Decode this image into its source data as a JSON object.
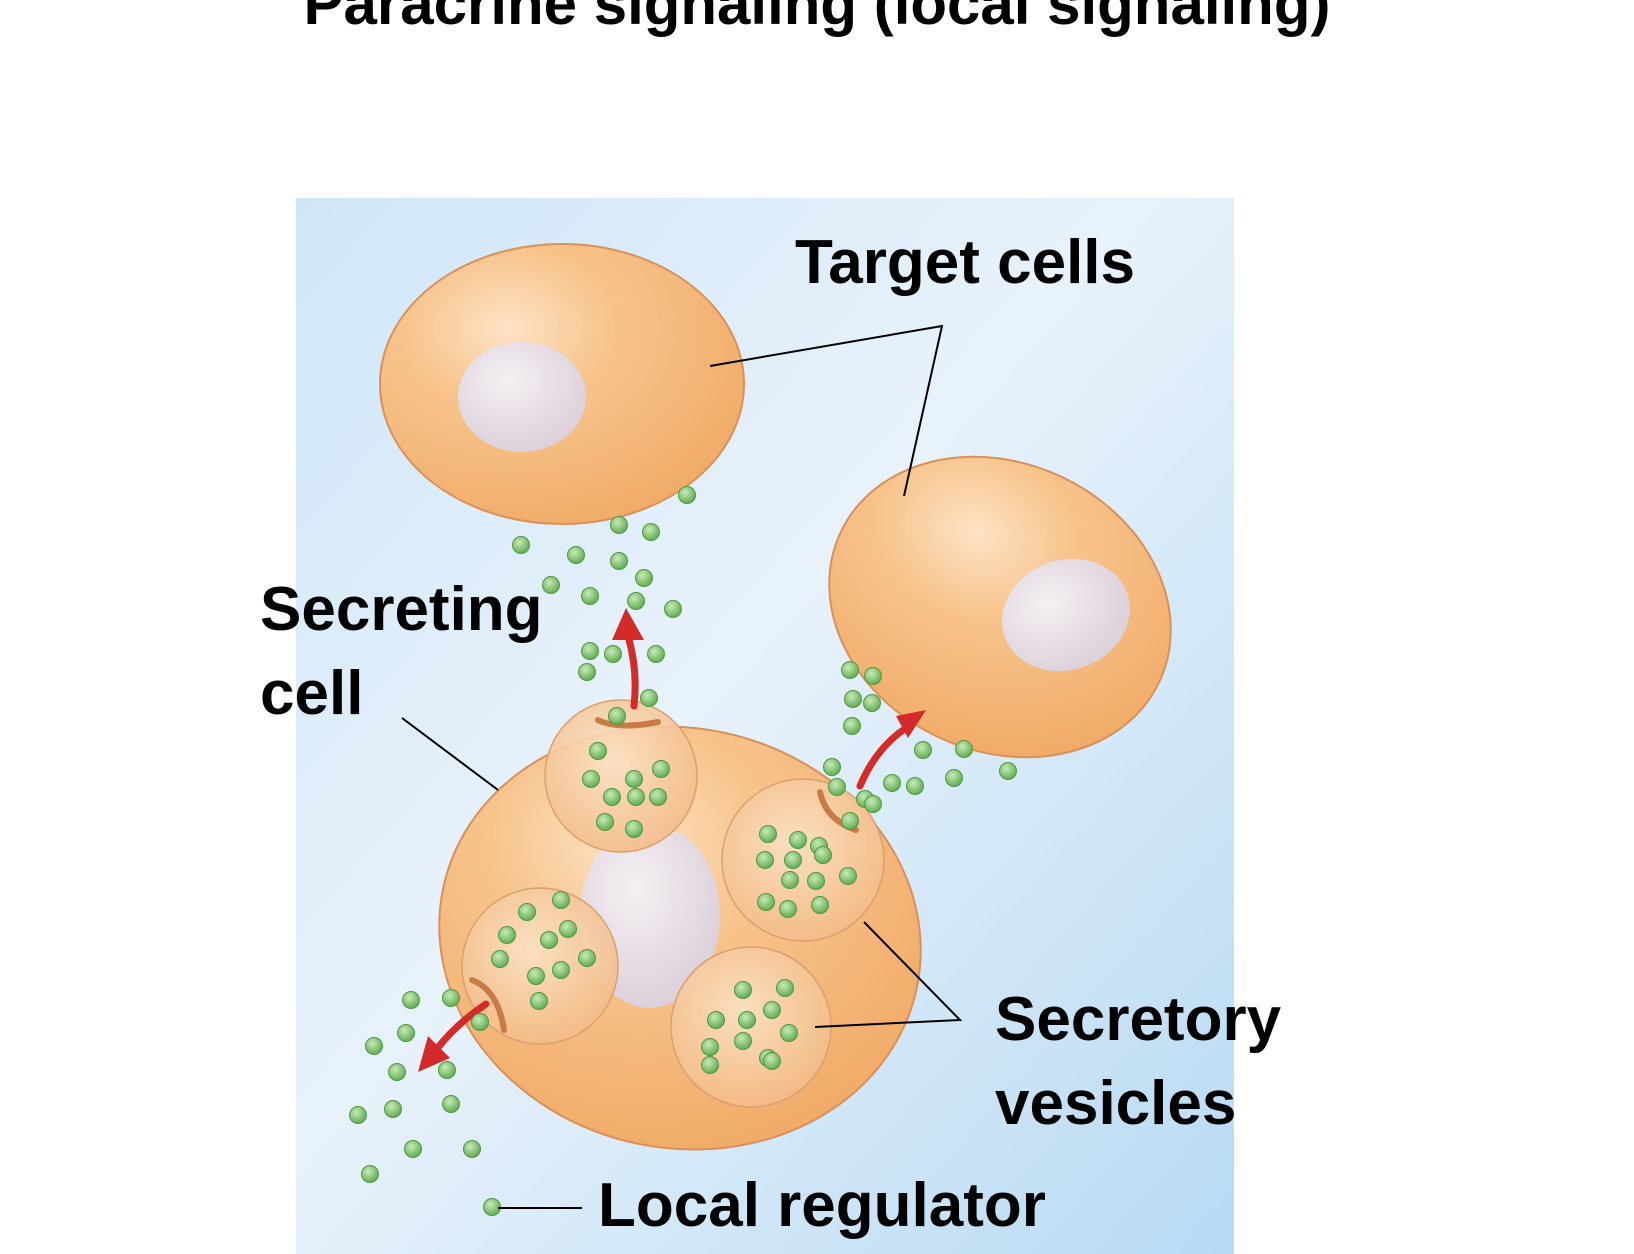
{
  "title": "Paracrine signaling (local signaling)",
  "labels": {
    "target_cells": "Target cells",
    "secreting_cell_line1": "Secreting",
    "secreting_cell_line2": "cell",
    "secretory_vesicles_line1": "Secretory",
    "secretory_vesicles_line2": "vesicles",
    "local_regulator": "Local regulator"
  },
  "colors": {
    "cell_fill": "#f4b373",
    "cell_stroke": "#d9905a",
    "nucleus": "#e9dfe6",
    "regulator_dot": "#7cc06a",
    "arrow": "#d42a2a",
    "background_panel": "#d6e9f8"
  }
}
